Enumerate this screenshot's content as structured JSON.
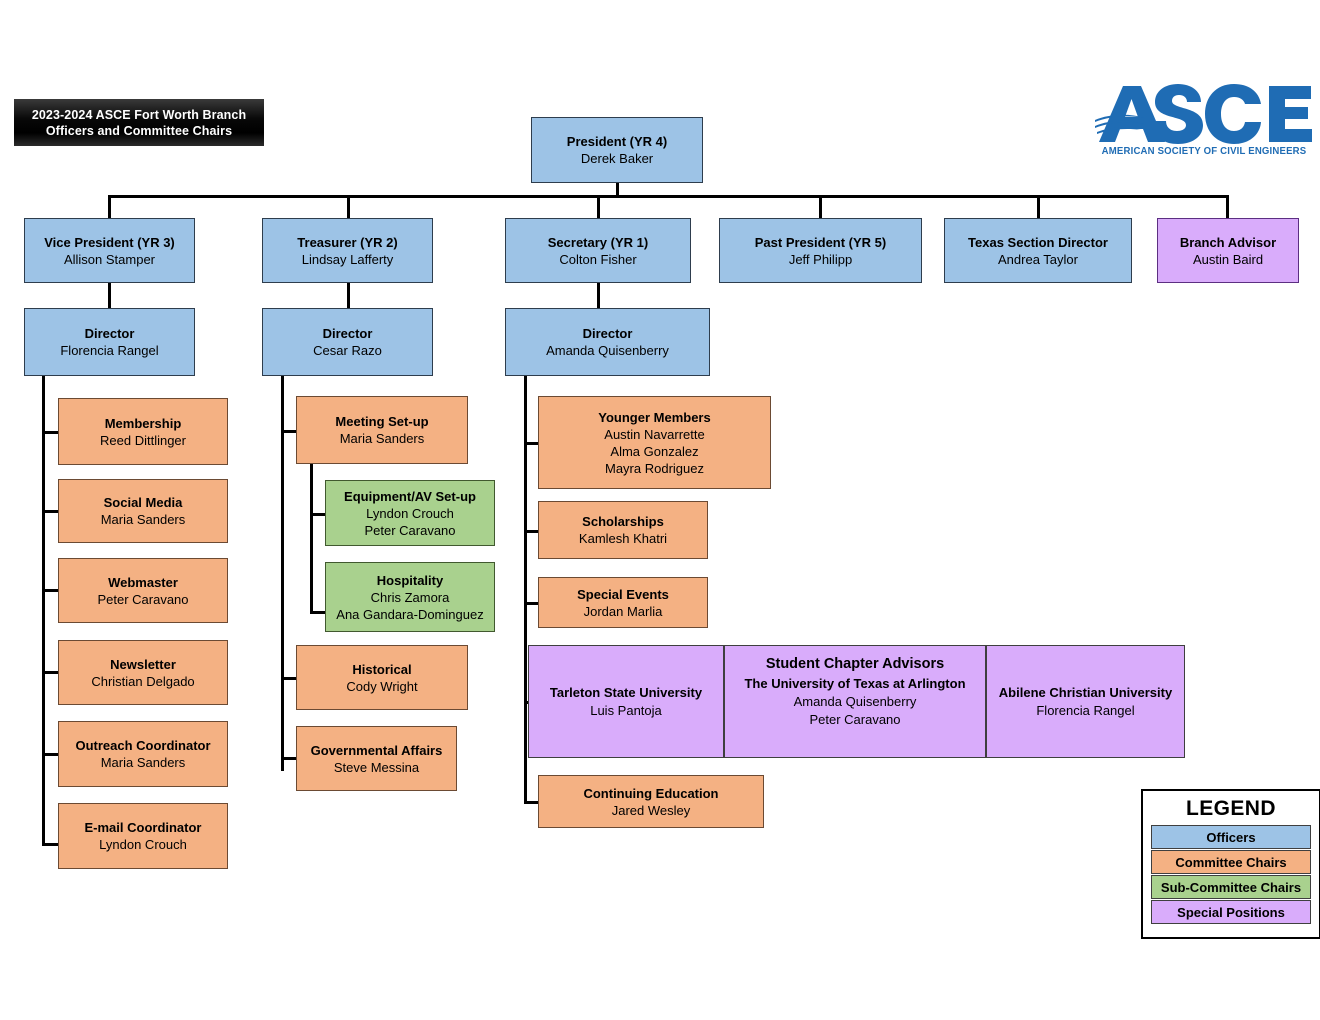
{
  "title_banner": {
    "line1": "2023-2024 ASCE Fort Worth Branch",
    "line2": "Officers and Committee Chairs"
  },
  "logo": {
    "wordmark": "ASCE",
    "tagline": "AMERICAN SOCIETY OF CIVIL ENGINEERS",
    "color": "#1f6cb4"
  },
  "colors": {
    "officers": "#9dc3e6",
    "committee_chairs": "#f4b183",
    "sub_committee_chairs": "#a9d18e",
    "special_positions": "#d9acfb"
  },
  "president": {
    "title": "President (YR 4)",
    "name": "Derek Baker"
  },
  "officers": [
    {
      "title": "Vice President (YR 3)",
      "name": "Allison Stamper"
    },
    {
      "title": "Treasurer (YR 2)",
      "name": "Lindsay Lafferty"
    },
    {
      "title": "Secretary (YR 1)",
      "name": "Colton Fisher"
    },
    {
      "title": "Past President (YR 5)",
      "name": "Jeff Philipp"
    },
    {
      "title": "Texas Section Director",
      "name": "Andrea Taylor"
    },
    {
      "title": "Branch Advisor",
      "name": "Austin Baird"
    }
  ],
  "directors": [
    {
      "title": "Director",
      "name": "Florencia Rangel"
    },
    {
      "title": "Director",
      "name": "Cesar Razo"
    },
    {
      "title": "Director",
      "name": "Amanda Quisenberry"
    }
  ],
  "column_left": [
    {
      "title": "Membership",
      "name": "Reed Dittlinger"
    },
    {
      "title": "Social Media",
      "name": "Maria Sanders"
    },
    {
      "title": "Webmaster",
      "name": "Peter Caravano"
    },
    {
      "title": "Newsletter",
      "name": "Christian Delgado"
    },
    {
      "title": "Outreach Coordinator",
      "name": "Maria Sanders"
    },
    {
      "title": "E-mail Coordinator",
      "name": "Lyndon Crouch"
    }
  ],
  "column_mid": {
    "meeting_setup": {
      "title": "Meeting Set-up",
      "name": "Maria Sanders"
    },
    "sub": [
      {
        "title": "Equipment/AV Set-up",
        "name1": "Lyndon Crouch",
        "name2": "Peter Caravano"
      },
      {
        "title": "Hospitality",
        "name1": "Chris Zamora",
        "name2": "Ana Gandara-Dominguez"
      }
    ],
    "others": [
      {
        "title": "Historical",
        "name": "Cody Wright"
      },
      {
        "title": "Governmental Affairs",
        "name": "Steve Messina"
      }
    ]
  },
  "column_right": {
    "younger_members": {
      "title": "Younger Members",
      "name1": "Austin Navarrette",
      "name2": "Alma Gonzalez",
      "name3": "Mayra Rodriguez"
    },
    "scholarships": {
      "title": "Scholarships",
      "name": "Kamlesh Khatri"
    },
    "special_events": {
      "title": "Special Events",
      "name": "Jordan Marlia"
    },
    "student_chapter_advisors": {
      "group_title": "Student Chapter Advisors",
      "panes": [
        {
          "school": "Tarleton State University",
          "name1": "Luis Pantoja",
          "name2": ""
        },
        {
          "school": "The University of Texas at Arlington",
          "name1": "Amanda Quisenberry",
          "name2": "Peter Caravano"
        },
        {
          "school": "Abilene Christian University",
          "name1": "Florencia Rangel",
          "name2": ""
        }
      ]
    },
    "continuing_education": {
      "title": "Continuing Education",
      "name": "Jared Wesley"
    }
  },
  "legend": {
    "title": "LEGEND",
    "items": [
      {
        "label": "Officers",
        "color": "#9dc3e6"
      },
      {
        "label": "Committee Chairs",
        "color": "#f4b183"
      },
      {
        "label": "Sub-Committee Chairs",
        "color": "#a9d18e"
      },
      {
        "label": "Special Positions",
        "color": "#d9acfb"
      }
    ]
  }
}
